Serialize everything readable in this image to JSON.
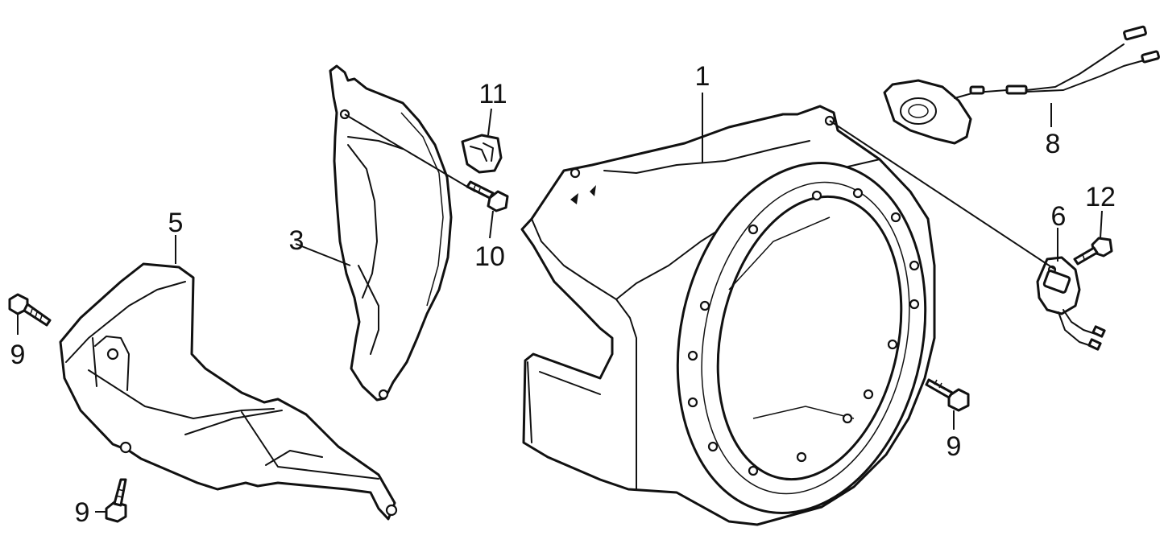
{
  "diagram": {
    "type": "exploded-parts-diagram",
    "line_color": "#111111",
    "background": "#ffffff",
    "parts": [
      {
        "id": "fan-cover",
        "callout": "1"
      },
      {
        "id": "cover-plate-3",
        "callout": "3"
      },
      {
        "id": "shroud-plate-5",
        "callout": "5"
      },
      {
        "id": "bracket-6",
        "callout": "6"
      },
      {
        "id": "oil-sensor-8",
        "callout": "8"
      },
      {
        "id": "bolt-9-left",
        "callout": "9"
      },
      {
        "id": "bolt-9-bottom",
        "callout": "9"
      },
      {
        "id": "bolt-9-right",
        "callout": "9"
      },
      {
        "id": "screw-10",
        "callout": "10"
      },
      {
        "id": "clip-11",
        "callout": "11"
      },
      {
        "id": "screw-12",
        "callout": "12"
      }
    ]
  }
}
